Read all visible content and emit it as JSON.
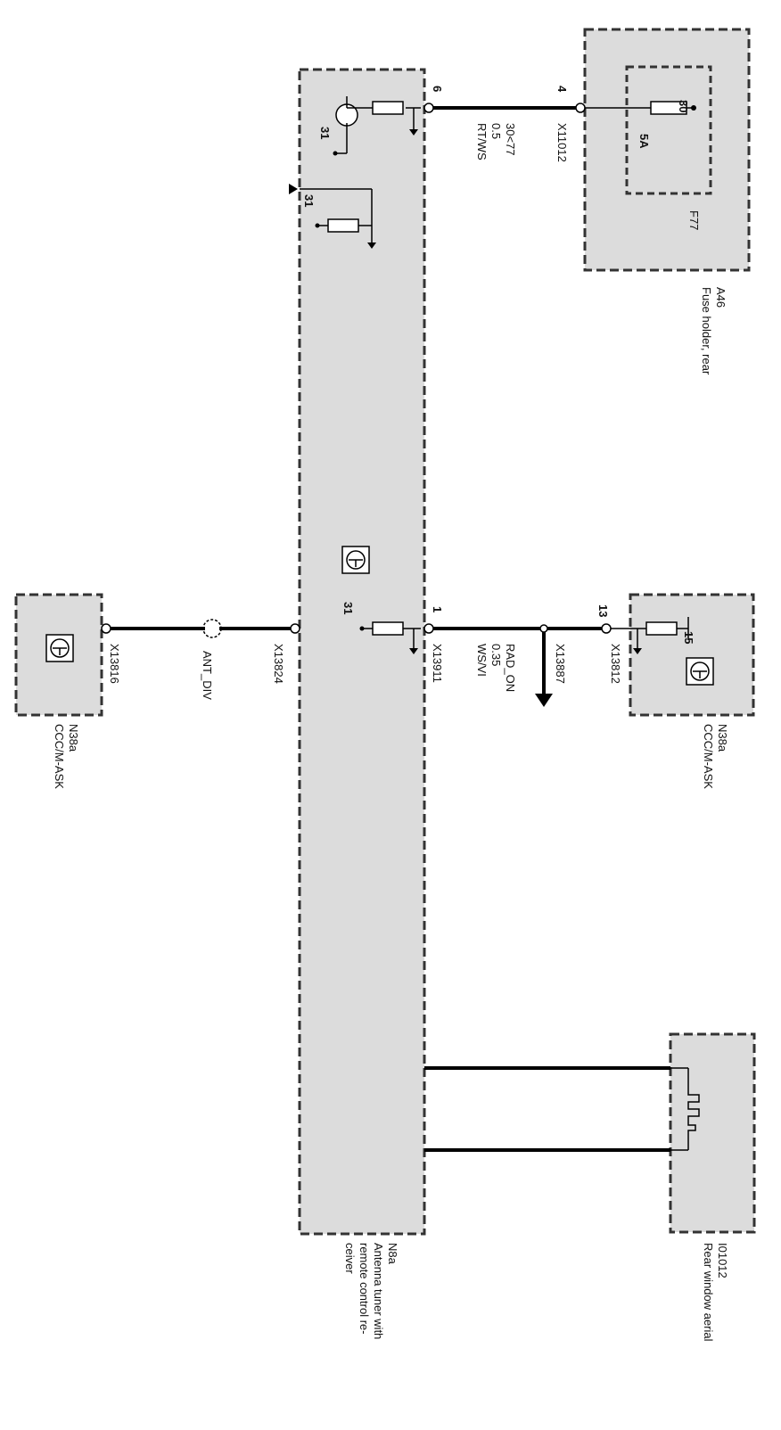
{
  "components": {
    "fuse_holder": {
      "id": "A46",
      "name": "Fuse holder, rear",
      "fuse": "F77",
      "rating": "5A",
      "terminal": "30"
    },
    "antenna_tuner": {
      "id": "N8a",
      "name_lines": [
        "Antenna tuner with",
        "remote control re-",
        "ceiver"
      ]
    },
    "ccc_upper": {
      "id": "N38a",
      "name": "CCC/M-ASK",
      "terminal": "15"
    },
    "ccc_lower": {
      "id": "N38a",
      "name": "CCC/M-ASK"
    },
    "rear_aerial": {
      "id": "I01012",
      "name": "Rear window aerial"
    }
  },
  "connectors": {
    "x11012": "X11012",
    "x11012_pin": "4",
    "x13911": "X13911",
    "x13911_pin": "1",
    "x13887": "X13887",
    "x13812": "X13812",
    "x13812_pin": "13",
    "x13824": "X13824",
    "x13816": "X13816",
    "tuner_pin6": "6"
  },
  "wires": {
    "power": {
      "signal": "30<77",
      "gauge": "0.5",
      "color": "RT/WS"
    },
    "rad_on": {
      "signal": "RAD_ON",
      "gauge": "0.35",
      "color": "WS/VI"
    },
    "ant_div": {
      "signal": "ANT_DIV"
    }
  },
  "grounds": {
    "g1": "31",
    "g2": "31",
    "g3": "31"
  },
  "icons": [
    "antenna-module-icon",
    "transistor-icon",
    "resistor-icon",
    "fuse-icon",
    "ground-arrow-icon",
    "heater-grid-icon"
  ]
}
